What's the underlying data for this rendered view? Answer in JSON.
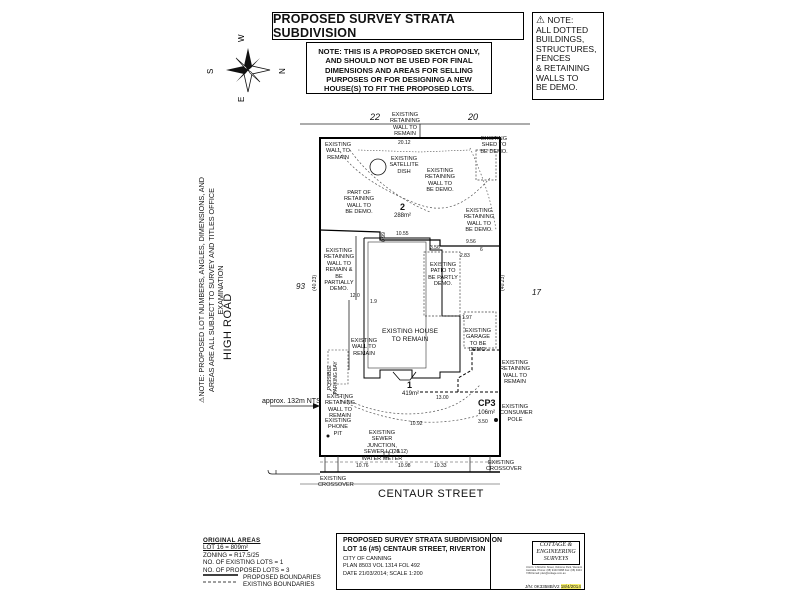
{
  "title": "PROPOSED SURVEY STRATA SUBDIVISION",
  "note_box": {
    "lines": [
      "NOTE:",
      "ALL DOTTED",
      "BUILDINGS,",
      "STRUCTURES,",
      "FENCES",
      "& RETAINING",
      "WALLS TO",
      "BE DEMO."
    ]
  },
  "sketch_note": "NOTE: THIS IS A PROPOSED SKETCH ONLY, AND SHOULD NOT BE USED FOR FINAL DIMENSIONS AND AREAS FOR SELLING PURPOSES OR FOR DESIGNING A NEW HOUSE(S) TO FIT THE PROPOSED LOTS.",
  "side_note": "NOTE: PROPOSED LOT NUMBERS, ANGLES, DIMENSIONS, AND AREAS ARE ALL SUBJECT TO SURVEY AND TITLES OFFICE EXAMINATION",
  "compass": {
    "n": "N",
    "s": "S",
    "e": "E",
    "w": "W"
  },
  "roads": {
    "high_road": "HIGH ROAD",
    "centaur_street": "CENTAUR STREET",
    "approx": "approx. 132m NTS"
  },
  "neighbours": {
    "top_left": "22",
    "top_right": "20",
    "left": "93",
    "right": "17"
  },
  "lots": [
    {
      "number": "2",
      "area": "288m²"
    },
    {
      "number": "1",
      "area": "419m²"
    },
    {
      "number": "CP3",
      "area": "106m²"
    }
  ],
  "labels": {
    "retain_top": "EXISTING RETAINING WALL TO REMAIN",
    "wall_remain_tl": "EXISTING WALL TO REMAIN",
    "satellite": "EXISTING SATELLITE DISH",
    "retain_demo_top": "EXISTING RETAINING WALL TO BE DEMO.",
    "shed": "EXISTING SHED TO BE DEMO.",
    "part_retain": "PART OF RETAINING WALL TO BE DEMO.",
    "retain_demo_right": "EXISTING RETAINING WALL TO BE DEMO.",
    "retain_left": "EXISTING RETAINING WALL TO REMAIN & BE PARTIALLY DEMO.",
    "patio": "EXISTING PATIO TO BE PARTLY DEMO.",
    "house": "EXISTING HOUSE TO REMAIN",
    "garage": "EXISTING GARAGE TO BE DEMO.",
    "wall_remain_mid": "EXISTING WALL TO REMAIN",
    "retain_bottom_right": "EXISTING RETAINING WALL TO REMAIN",
    "retain_bottom_left": "EXISTING RETAINING WALL TO REMAIN",
    "phone_pit": "EXISTING PHONE PIT",
    "consumer_pole": "EXISTING CONSUMER POLE",
    "sewer": "EXISTING SEWER JUNCTION, SEWER I.O. & WATER METER",
    "crossover_left": "EXISTING CROSSOVER",
    "crossover_right": "EXISTING CROSSOVER",
    "parking": "POSSIBLE PARKING BAY"
  },
  "dims": {
    "top": "20.12",
    "bottom": "(20.12)",
    "left": "(40.23)",
    "right": "(40.23)",
    "house_top": "10.55",
    "d956": "9.56",
    "d358": "3.56",
    "d6": "6",
    "d1200": "12.0",
    "d19": "1.9",
    "d197": "1.97",
    "d283": "2.83",
    "d1092": "10.92",
    "d1300": "13.00",
    "d350": "3.50",
    "d1076": "10.76",
    "d1098": "10.98",
    "d1033": "10.33",
    "d099": "0.99"
  },
  "legend": {
    "header": "ORIGINAL AREAS",
    "lines": [
      "LOT 16 = 809m²",
      "ZONING = R17.5/25",
      "NO. OF EXISTING LOTS = 1",
      "NO. OF PROPOSED LOTS = 3"
    ],
    "proposed": "PROPOSED BOUNDARIES",
    "existing": "EXISTING BOUNDARIES"
  },
  "title_block": {
    "line1": "PROPOSED SURVEY STRATA SUBDIVISION ON",
    "line2": "LOT 16 (#5) CENTAUR STREET, RIVERTON",
    "city": "CITY OF CANNING",
    "plan": "PLAN 8503   VOL 1314   FOL 492",
    "date": "DATE 21/03/2014;   SCALE 1:200",
    "company": "COTTAGE & ENGINEERING SURVEYS",
    "company_address": "Unit 6 / 4 Minchin Street, Osborne Park, Western Australia. Phone: (08) 9443 9088  Fax: (08) 9444 7266  Email: plan@cottage.com.au",
    "job_label": "J/N: 0K3358B/V2",
    "job_highlight": "18/4/2014"
  }
}
